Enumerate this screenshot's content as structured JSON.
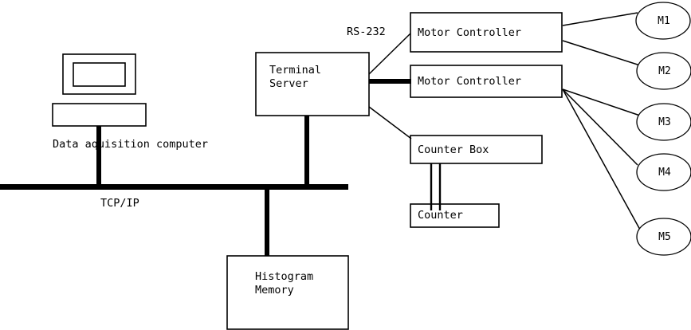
{
  "diagram": {
    "title": "Data acquisition system block diagram",
    "background_color": "#ffffff",
    "line_color": "#000000",
    "nodes": {
      "data_acquisition_computer": {
        "label": "Data aquisition computer",
        "shape": "monitor-icon"
      },
      "terminal_server": {
        "label_line1": "Terminal",
        "label_line2": "Server",
        "shape": "rectangle"
      },
      "motor_controller_1": {
        "label": "Motor Controller",
        "shape": "rectangle"
      },
      "motor_controller_2": {
        "label": "Motor Controller",
        "shape": "rectangle"
      },
      "counter_box": {
        "label": "Counter Box",
        "shape": "rectangle"
      },
      "counter": {
        "label": "Counter",
        "shape": "rectangle"
      },
      "histogram_memory": {
        "label_line1": "Histogram",
        "label_line2": "Memory",
        "shape": "rectangle"
      }
    },
    "motors": [
      {
        "id": "m1",
        "label": "M1"
      },
      {
        "id": "m2",
        "label": "M2"
      },
      {
        "id": "m3",
        "label": "M3"
      },
      {
        "id": "m4",
        "label": "M4"
      },
      {
        "id": "m5",
        "label": "M5"
      }
    ],
    "link_labels": {
      "serial": "RS-232",
      "network": "TCP/IP"
    }
  }
}
